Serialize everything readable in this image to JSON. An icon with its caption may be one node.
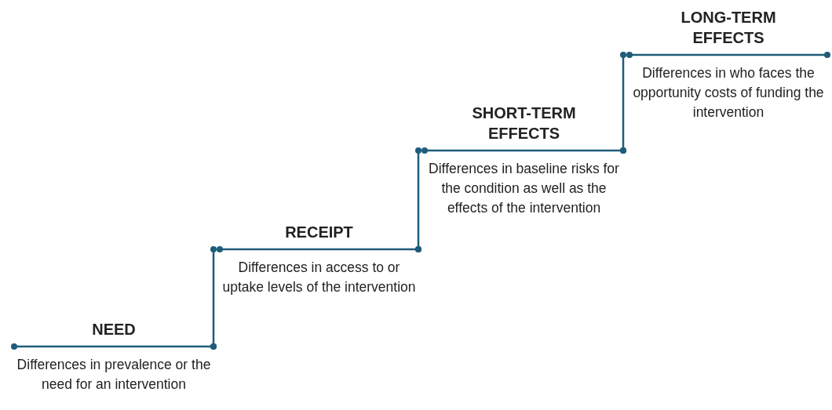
{
  "diagram": {
    "nodes": [
      {
        "text": [
          "NEED",
          "Differences in prevalence or the need for an intervention"
        ]
      },
      {
        "text": [
          "RECEIPT",
          "Differences in access to or uptake levels of the intervention"
        ]
      },
      {
        "text": [
          "SHORT-TERM EFFECTS",
          "Differences in baseline risks for the condition as well as the effects of the intervention"
        ]
      },
      {
        "text": [
          "LONG-TERM EFFECTS",
          "Differences in who faces the opportunity costs of funding the intervention"
        ]
      }
    ],
    "edges": [
      {
        "from": 0,
        "to": 1,
        "arrow": "other"
      },
      {
        "from": 1,
        "to": 2,
        "arrow": "other"
      },
      {
        "from": 2,
        "to": 3,
        "arrow": "other"
      }
    ]
  }
}
